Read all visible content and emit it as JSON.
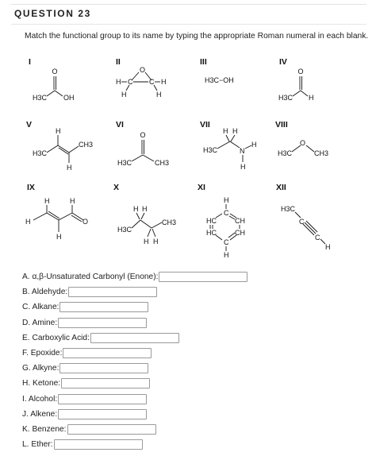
{
  "question": {
    "title": "QUESTION 23",
    "instructions": "Match the functional group to its name by typing the appropriate Roman numeral in each blank."
  },
  "molecules": [
    {
      "numeral": "I"
    },
    {
      "numeral": "II"
    },
    {
      "numeral": "III"
    },
    {
      "numeral": "IV"
    },
    {
      "numeral": "V"
    },
    {
      "numeral": "VI"
    },
    {
      "numeral": "VII"
    },
    {
      "numeral": "VIII"
    },
    {
      "numeral": "IX"
    },
    {
      "numeral": "X"
    },
    {
      "numeral": "XI"
    },
    {
      "numeral": "XII"
    }
  ],
  "labels": {
    "h3c": "H3C",
    "ch3": "CH3",
    "oh": "OH",
    "h": "H",
    "o": "O",
    "c": "C",
    "n": "N",
    "hc": "HC",
    "ch": "CH",
    "h3c_oh": "H3C−OH"
  },
  "answers": [
    {
      "label": "A. α,β-Unsaturated Carbonyl (Enone):",
      "value": ""
    },
    {
      "label": "B. Aldehyde:",
      "value": ""
    },
    {
      "label": "C. Alkane:",
      "value": ""
    },
    {
      "label": "D. Amine:",
      "value": ""
    },
    {
      "label": "E. Carboxylic Acid:",
      "value": ""
    },
    {
      "label": "F. Epoxide:",
      "value": ""
    },
    {
      "label": "G. Alkyne:",
      "value": ""
    },
    {
      "label": "H. Ketone:",
      "value": ""
    },
    {
      "label": "I. Alcohol:",
      "value": ""
    },
    {
      "label": "J. Alkene:",
      "value": ""
    },
    {
      "label": "K. Benzene:",
      "value": ""
    },
    {
      "label": "L. Ether:",
      "value": ""
    }
  ]
}
